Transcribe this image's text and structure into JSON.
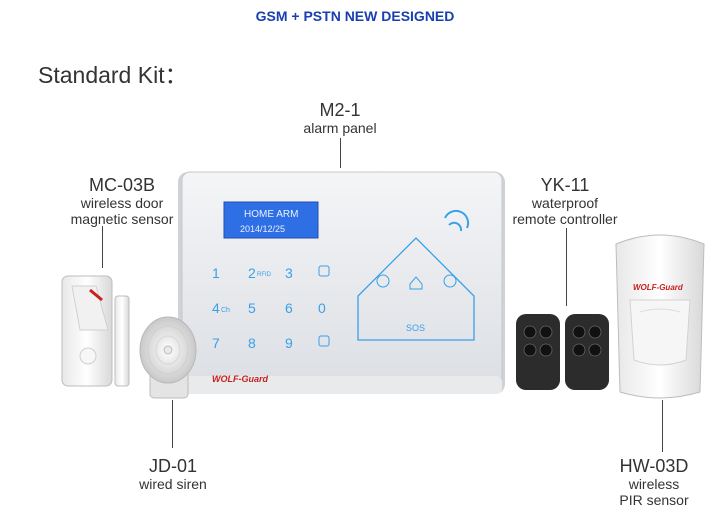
{
  "header": {
    "title": "GSM  + PSTN NEW DESIGNED"
  },
  "kit": {
    "title": "Standard Kit："
  },
  "items": {
    "panel": {
      "code": "M2-1",
      "desc1": "alarm panel"
    },
    "door": {
      "code": "MC-03B",
      "desc1": "wireless door",
      "desc2": "magnetic sensor"
    },
    "remote": {
      "code": "YK-11",
      "desc1": "waterproof",
      "desc2": "remote controller"
    },
    "siren": {
      "code": "JD-01",
      "desc1": "wired siren"
    },
    "pir": {
      "code": "HW-03D",
      "desc1": "wireless",
      "desc2": "PIR sensor"
    }
  },
  "panel_screen": {
    "line1": "HOME ARM",
    "line2": "2014/12/25"
  },
  "panel_keys": {
    "k1": "1",
    "k2": "2",
    "k2_sub": "RFID",
    "k3": "3",
    "k4": "4",
    "k4_sub": "Ch",
    "k5": "5",
    "k6": "6",
    "k7": "7",
    "k8": "8",
    "k9": "9",
    "k0": "0",
    "sos": "SOS"
  },
  "brand": {
    "logo": "WOLF-Guard"
  },
  "icons": [
    "wifi-icon",
    "house-icon",
    "lock-icon",
    "home-icon",
    "unlock-icon"
  ],
  "colors": {
    "header": "#1a3fb0",
    "lcd": "#2f6fe6",
    "keys": "#3aa0e8",
    "brand_red": "#c8201e"
  }
}
